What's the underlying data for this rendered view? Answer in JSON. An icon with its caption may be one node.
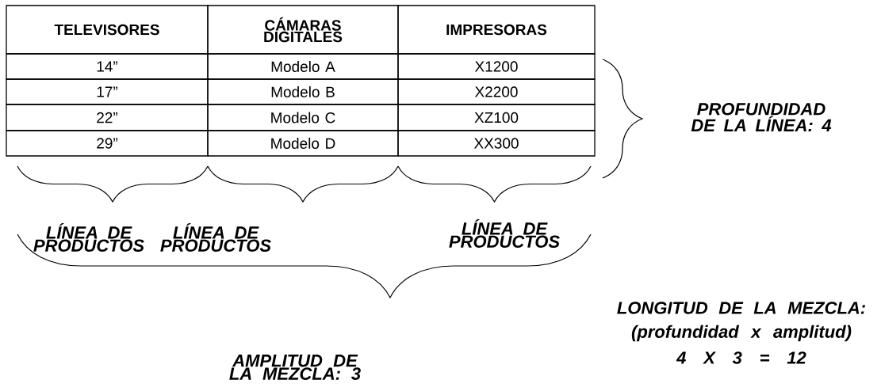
{
  "diagram": {
    "labels": [
      "TELEVISORES",
      "CÁMARAS DIGITALES",
      "IMPRESORAS",
      "14”",
      "Modelo A",
      "X1200",
      "17”",
      "Modelo B",
      "X2200",
      "22”",
      "Modelo C",
      "XZ100",
      "29”",
      "Modelo D",
      "XX300",
      "PROFUNDIDAD DE LA LÍNEA: 4",
      "LÍNEA DE PRODUCTOS",
      "LÍNEA DE PRODUCTOS",
      "LÍNEA DE PRODUCTOS",
      "AMPLITUD DE LA MEZCLA: 3",
      "LONGITUD DE LA MEZCLA:",
      "(profundidad x amplitud)",
      "4 X 3 = 12"
    ]
  }
}
